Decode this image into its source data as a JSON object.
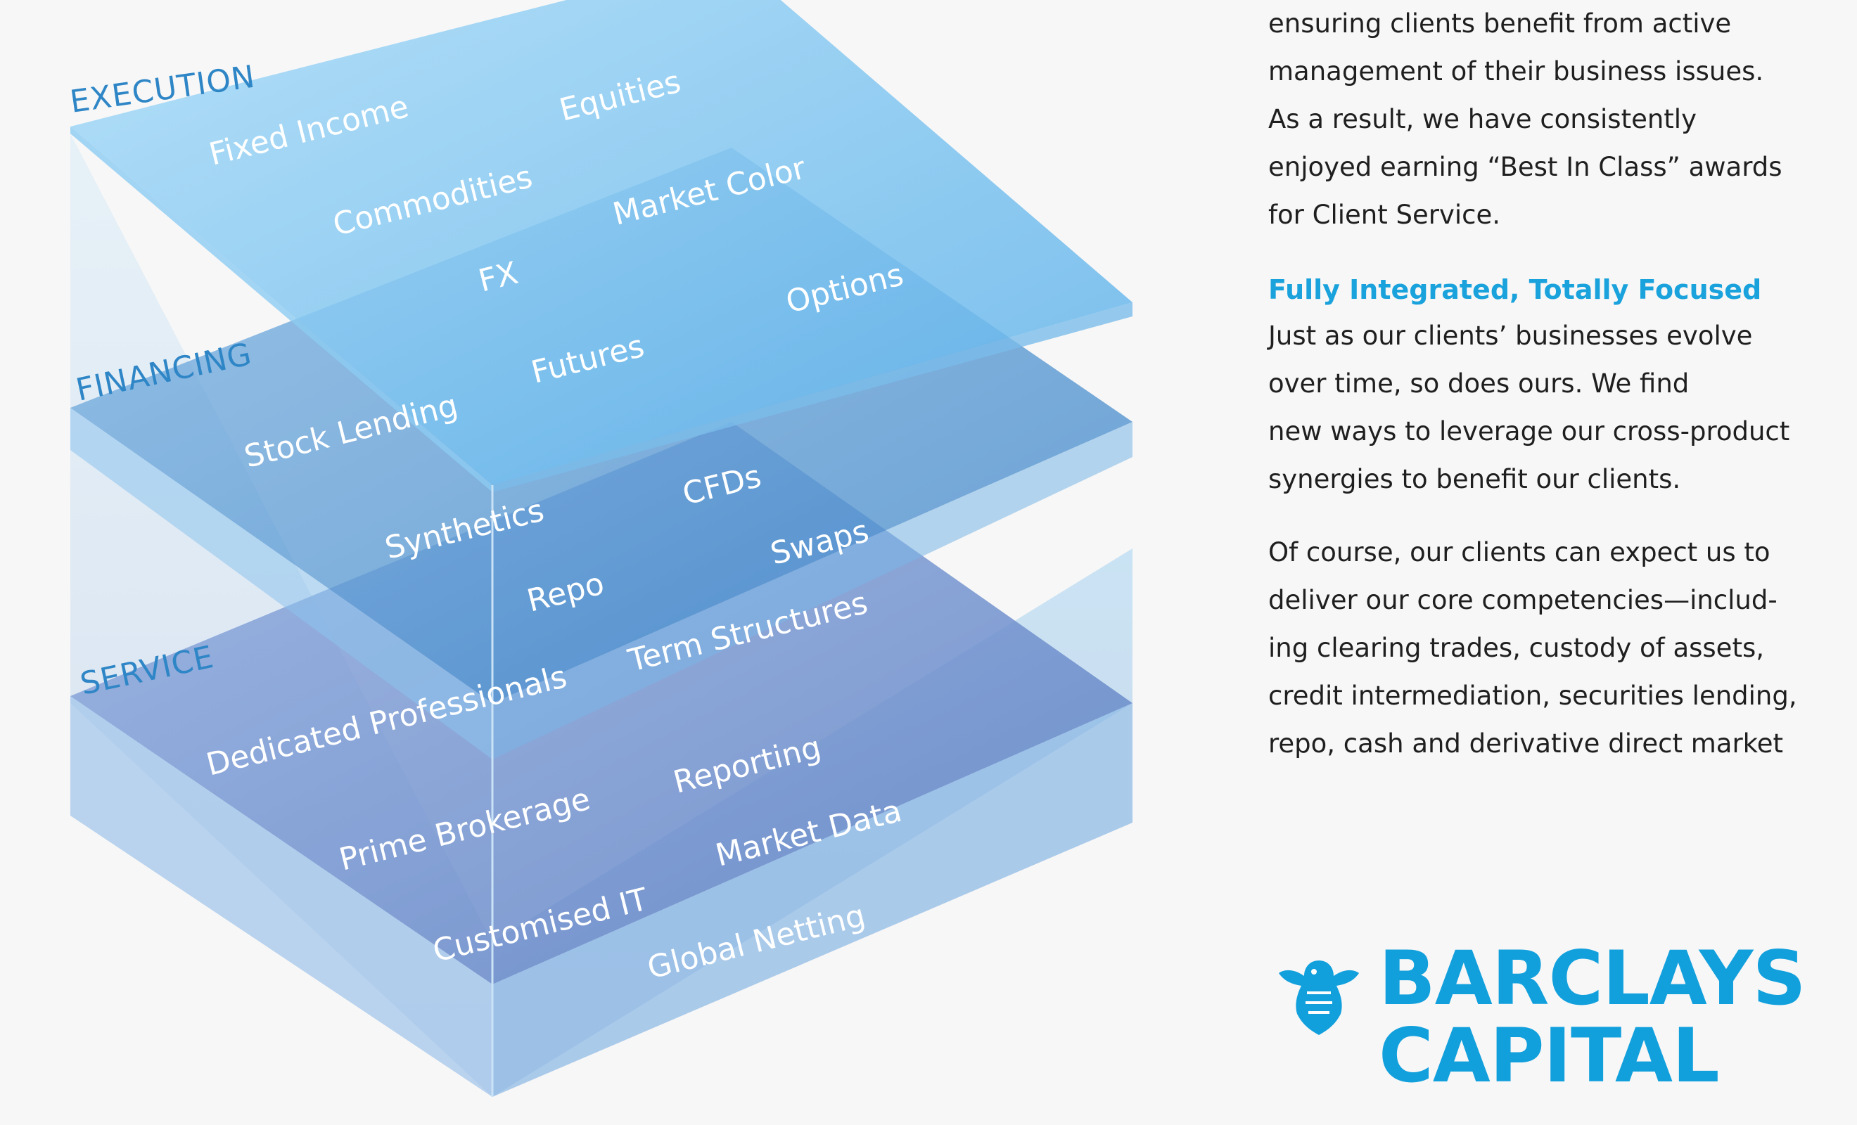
{
  "diagram": {
    "layers": [
      {
        "label": "EXECUTION",
        "items": [
          "Fixed Income",
          "Equities",
          "Commodities",
          "Market Color",
          "FX",
          "Options",
          "Futures"
        ]
      },
      {
        "label": "FINANCING",
        "items": [
          "Stock Lending",
          "Synthetics",
          "CFDs",
          "Swaps",
          "Repo",
          "Term Structures"
        ]
      },
      {
        "label": "SERVICE",
        "items": [
          "Dedicated Professionals",
          "Reporting",
          "Prime Brokerage",
          "Market Data",
          "Customised IT",
          "Global Netting"
        ]
      }
    ]
  },
  "text": {
    "p1_lines": [
      "ensuring clients benefit from active",
      "management of their business issues.",
      "As a result, we have consistently",
      "enjoyed earning “Best In Class” awards",
      "for Client Service."
    ],
    "heading": "Fully Integrated, Totally Focused",
    "p2_lines": [
      "Just as our clients’ businesses evolve",
      "over time, so does ours. We find",
      "new ways to leverage our cross-product",
      "synergies to benefit our clients."
    ],
    "p3_lines": [
      "Of course, our clients can expect us to",
      "deliver our core competencies—includ-",
      "ing clearing trades, custody of assets,",
      "credit intermediation, securities lending,",
      "repo, cash and derivative direct market"
    ]
  },
  "logo": {
    "line1": "BARCLAYS",
    "line2": "CAPITAL",
    "icon": "eagle-icon",
    "color": "#12a0dd"
  },
  "colors": {
    "execution": "#7cc4f0",
    "financing": "#5f9fd6",
    "service": "#7f9fd0",
    "label": "#2f86c6"
  }
}
